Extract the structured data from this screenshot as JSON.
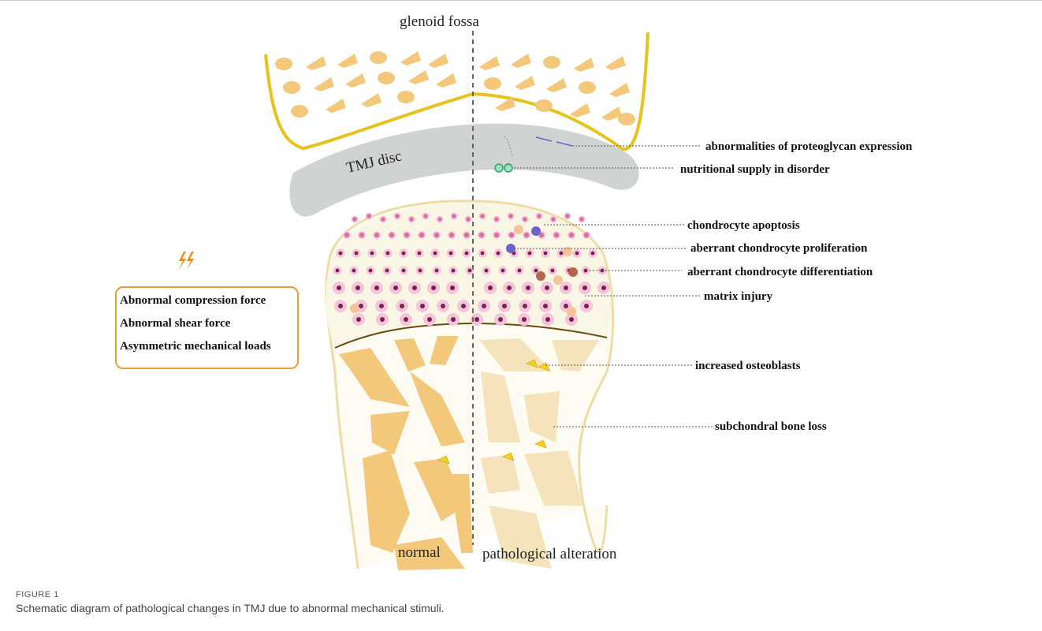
{
  "labels": {
    "glenoid_fossa": "glenoid fossa",
    "tmj_disc": "TMJ disc",
    "normal": "normal",
    "pathological": "pathological alteration"
  },
  "annotations": [
    "abnormalities of proteoglycan expression",
    "nutritional supply in disorder",
    "chondrocyte apoptosis",
    "aberrant chondrocyte proliferation",
    "aberrant chondrocyte differentiation",
    "matrix injury",
    "increased osteoblasts",
    "subchondral bone loss"
  ],
  "forces": [
    "Abnormal compression force",
    "Abnormal shear  force",
    "Asymmetric mechanical loads"
  ],
  "figure": {
    "number": "FIGURE 1",
    "caption": "Schematic diagram of pathological changes in TMJ due to abnormal mechanical stimuli."
  },
  "colors": {
    "fossa_outline": "#e5c21c",
    "bone_fragment": "#f3c87a",
    "disc": "#cfd4d3",
    "cartilage": "#faf6e6",
    "condyle_outline": "#efdca4",
    "chondrocyte_dark": "#7f1e55",
    "chondrocyte_halo": "#f2c6d8",
    "osteoblast": "#f4d21a",
    "force_box_border": "#ec9d3a",
    "lightning": "#f08a1c"
  }
}
